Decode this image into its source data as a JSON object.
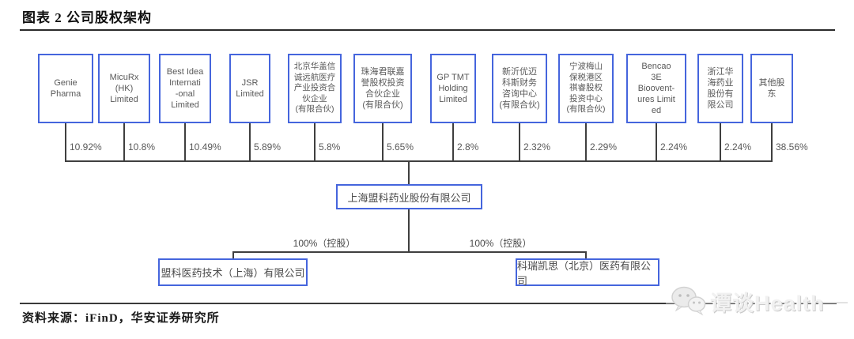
{
  "figure": {
    "title": "图表 2 公司股权架构",
    "source": "资料来源：iFinD，华安证券研究所",
    "watermark_text": "谭谈Health",
    "watermark_icon": "wechat-icon"
  },
  "colors": {
    "box_border": "#4565dd",
    "connector_line": "#3f3f3f",
    "box_text": "#595959",
    "watermark_gray": "#e2e2e2"
  },
  "diagram": {
    "type": "equity-structure-tree",
    "parent_company": "上海盟科药业股份有限公司",
    "shareholders": [
      {
        "name": "Genie\nPharma",
        "pct": "10.92%"
      },
      {
        "name": "MicuRx\n(HK)\nLimited",
        "pct": "10.8%"
      },
      {
        "name": "Best Idea\nInternati\n-onal\nLimited",
        "pct": "10.49%"
      },
      {
        "name": "JSR\nLimited",
        "pct": "5.89%"
      },
      {
        "name": "北京华盖信\n诚远航医疗\n产业投资合\n伙企业\n(有限合伙)",
        "pct": "5.8%"
      },
      {
        "name": "珠海君联嘉\n誉股权投资\n合伙企业\n(有限合伙)",
        "pct": "5.65%"
      },
      {
        "name": "GP TMT\nHolding\nLimited",
        "pct": "2.8%"
      },
      {
        "name": "新沂优迈\n科斯财务\n咨询中心\n(有限合伙)",
        "pct": "2.32%"
      },
      {
        "name": "宁波梅山\n保税港区\n祺睿股权\n投资中心\n(有限合伙)",
        "pct": "2.29%"
      },
      {
        "name": "Bencao\n3E\nBioovent-\nures Limit\ned",
        "pct": "2.24%"
      },
      {
        "name": "浙江华\n海药业\n股份有\n限公司",
        "pct": "2.24%"
      },
      {
        "name": "其他股\n东",
        "pct": "38.56%"
      }
    ],
    "subsidiaries": [
      {
        "name": "盟科医药技术（上海）有限公司",
        "ownership": "100%（控股）"
      },
      {
        "name": "科瑞凯思（北京）医药有限公司",
        "ownership": "100%（控股）"
      }
    ]
  }
}
